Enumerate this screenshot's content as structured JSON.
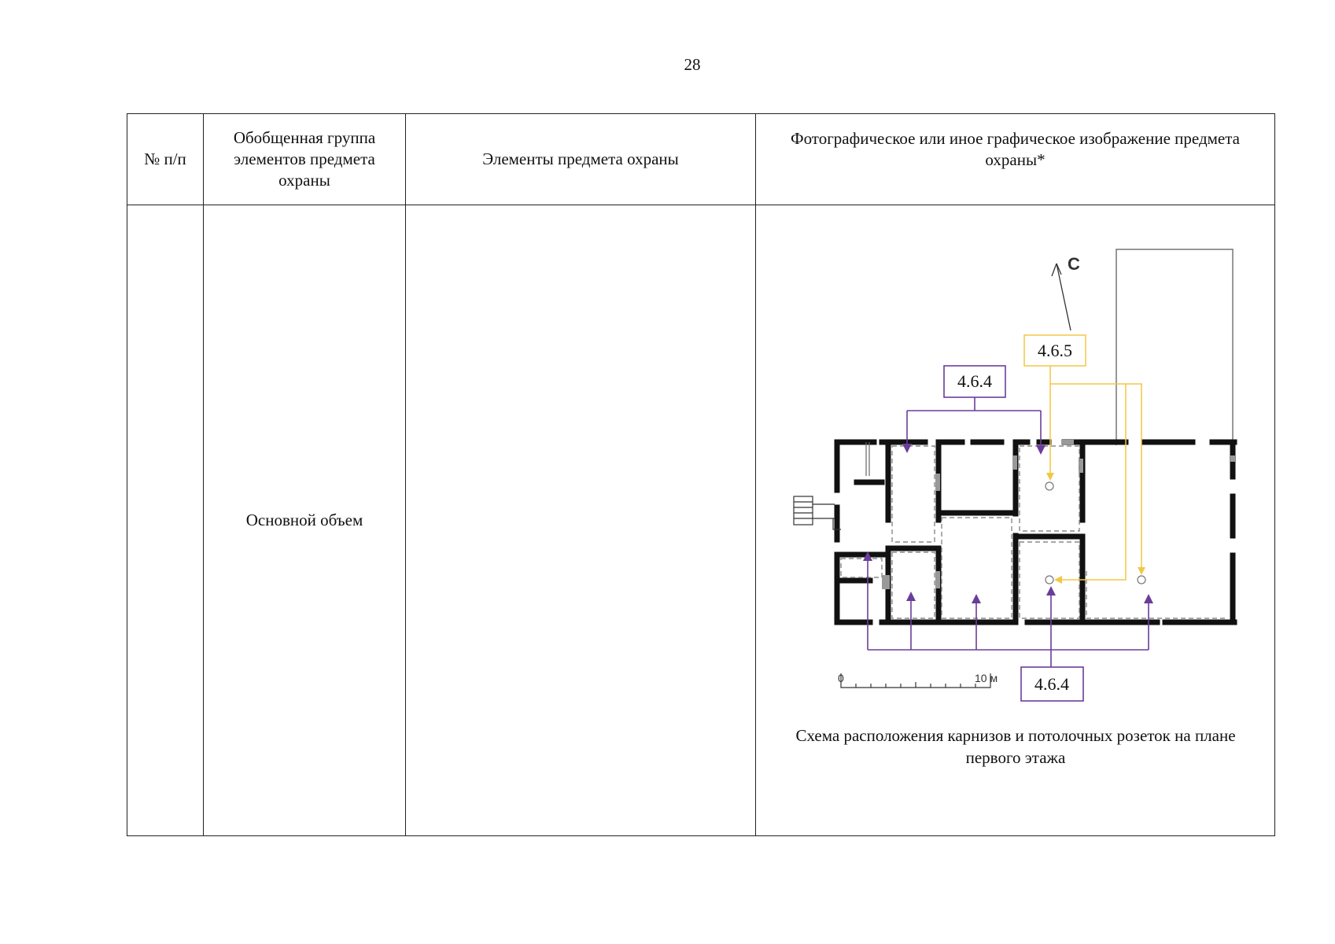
{
  "page": {
    "number": "28"
  },
  "table": {
    "headers": {
      "num": "№ п/п",
      "group": "Обобщенная группа элементов предмета охраны",
      "elements": "Элементы предмета охраны",
      "image": "Фотографическое или иное графическое изображение предмета охраны*"
    },
    "row": {
      "num": "",
      "group": "Основной объем",
      "elements": "",
      "figure": {
        "north_label": "С",
        "labels": [
          "4.6.5",
          "4.6.4",
          "4.6.4"
        ],
        "scale": {
          "start": "0",
          "end": "10 м"
        },
        "caption": "Схема расположения карнизов и потолочных розеток на плане первого этажа"
      }
    }
  },
  "colors": {
    "purple": "#6a3d9a",
    "yellow": "#f2c744",
    "wall": "#111111",
    "dashed": "#9a9a9a"
  }
}
